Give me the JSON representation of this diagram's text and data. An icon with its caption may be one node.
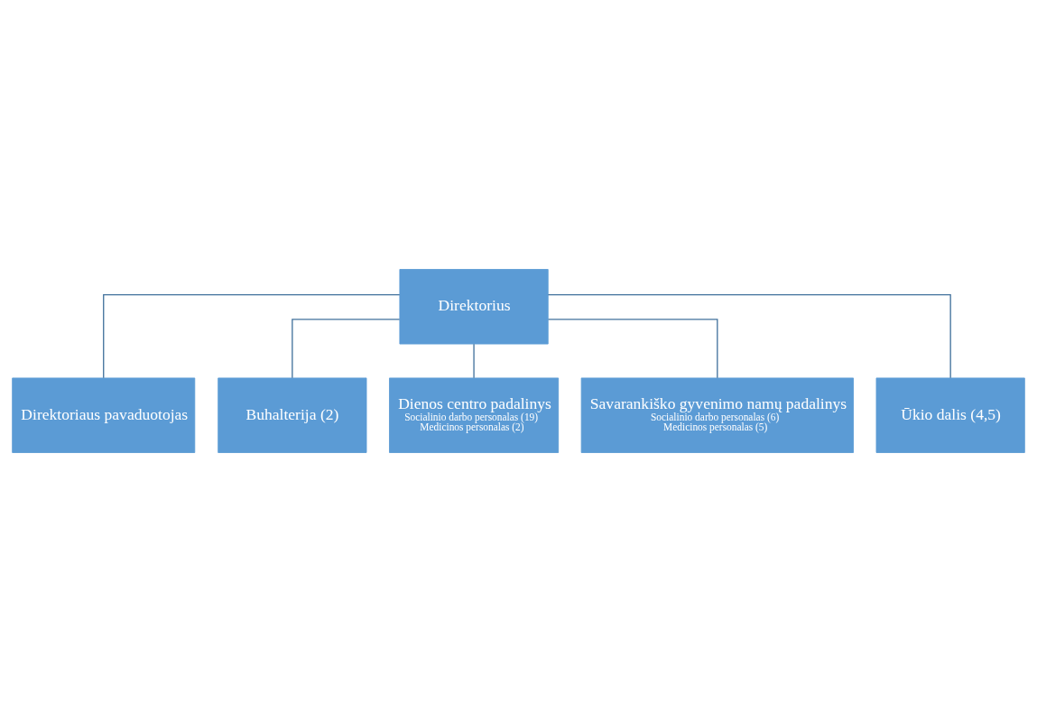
{
  "diagram": {
    "nodes": [
      {
        "text": [
          "Direktorius"
        ]
      },
      {
        "text": [
          "Direktoriaus pavaduotojas"
        ]
      },
      {
        "text": [
          "Buhalterija (2)"
        ]
      },
      {
        "text": [
          "Dienos centro padalinys",
          "Socialinio darbo personalas (19)",
          "Medicinos personalas (2)"
        ]
      },
      {
        "text": [
          "Savarankiško gyvenimo namų padalinys",
          "Socialinio darbo personalas (6)",
          "Medicinos personalas (5)"
        ]
      },
      {
        "text": [
          "Ūkio dalis (4,5)"
        ]
      }
    ],
    "edges": [
      {
        "from": 0,
        "to": 1,
        "arrow": "none"
      },
      {
        "from": 0,
        "to": 2,
        "arrow": "none"
      },
      {
        "from": 0,
        "to": 3,
        "arrow": "none"
      },
      {
        "from": 0,
        "to": 4,
        "arrow": "none"
      },
      {
        "from": 0,
        "to": 5,
        "arrow": "none"
      }
    ]
  }
}
